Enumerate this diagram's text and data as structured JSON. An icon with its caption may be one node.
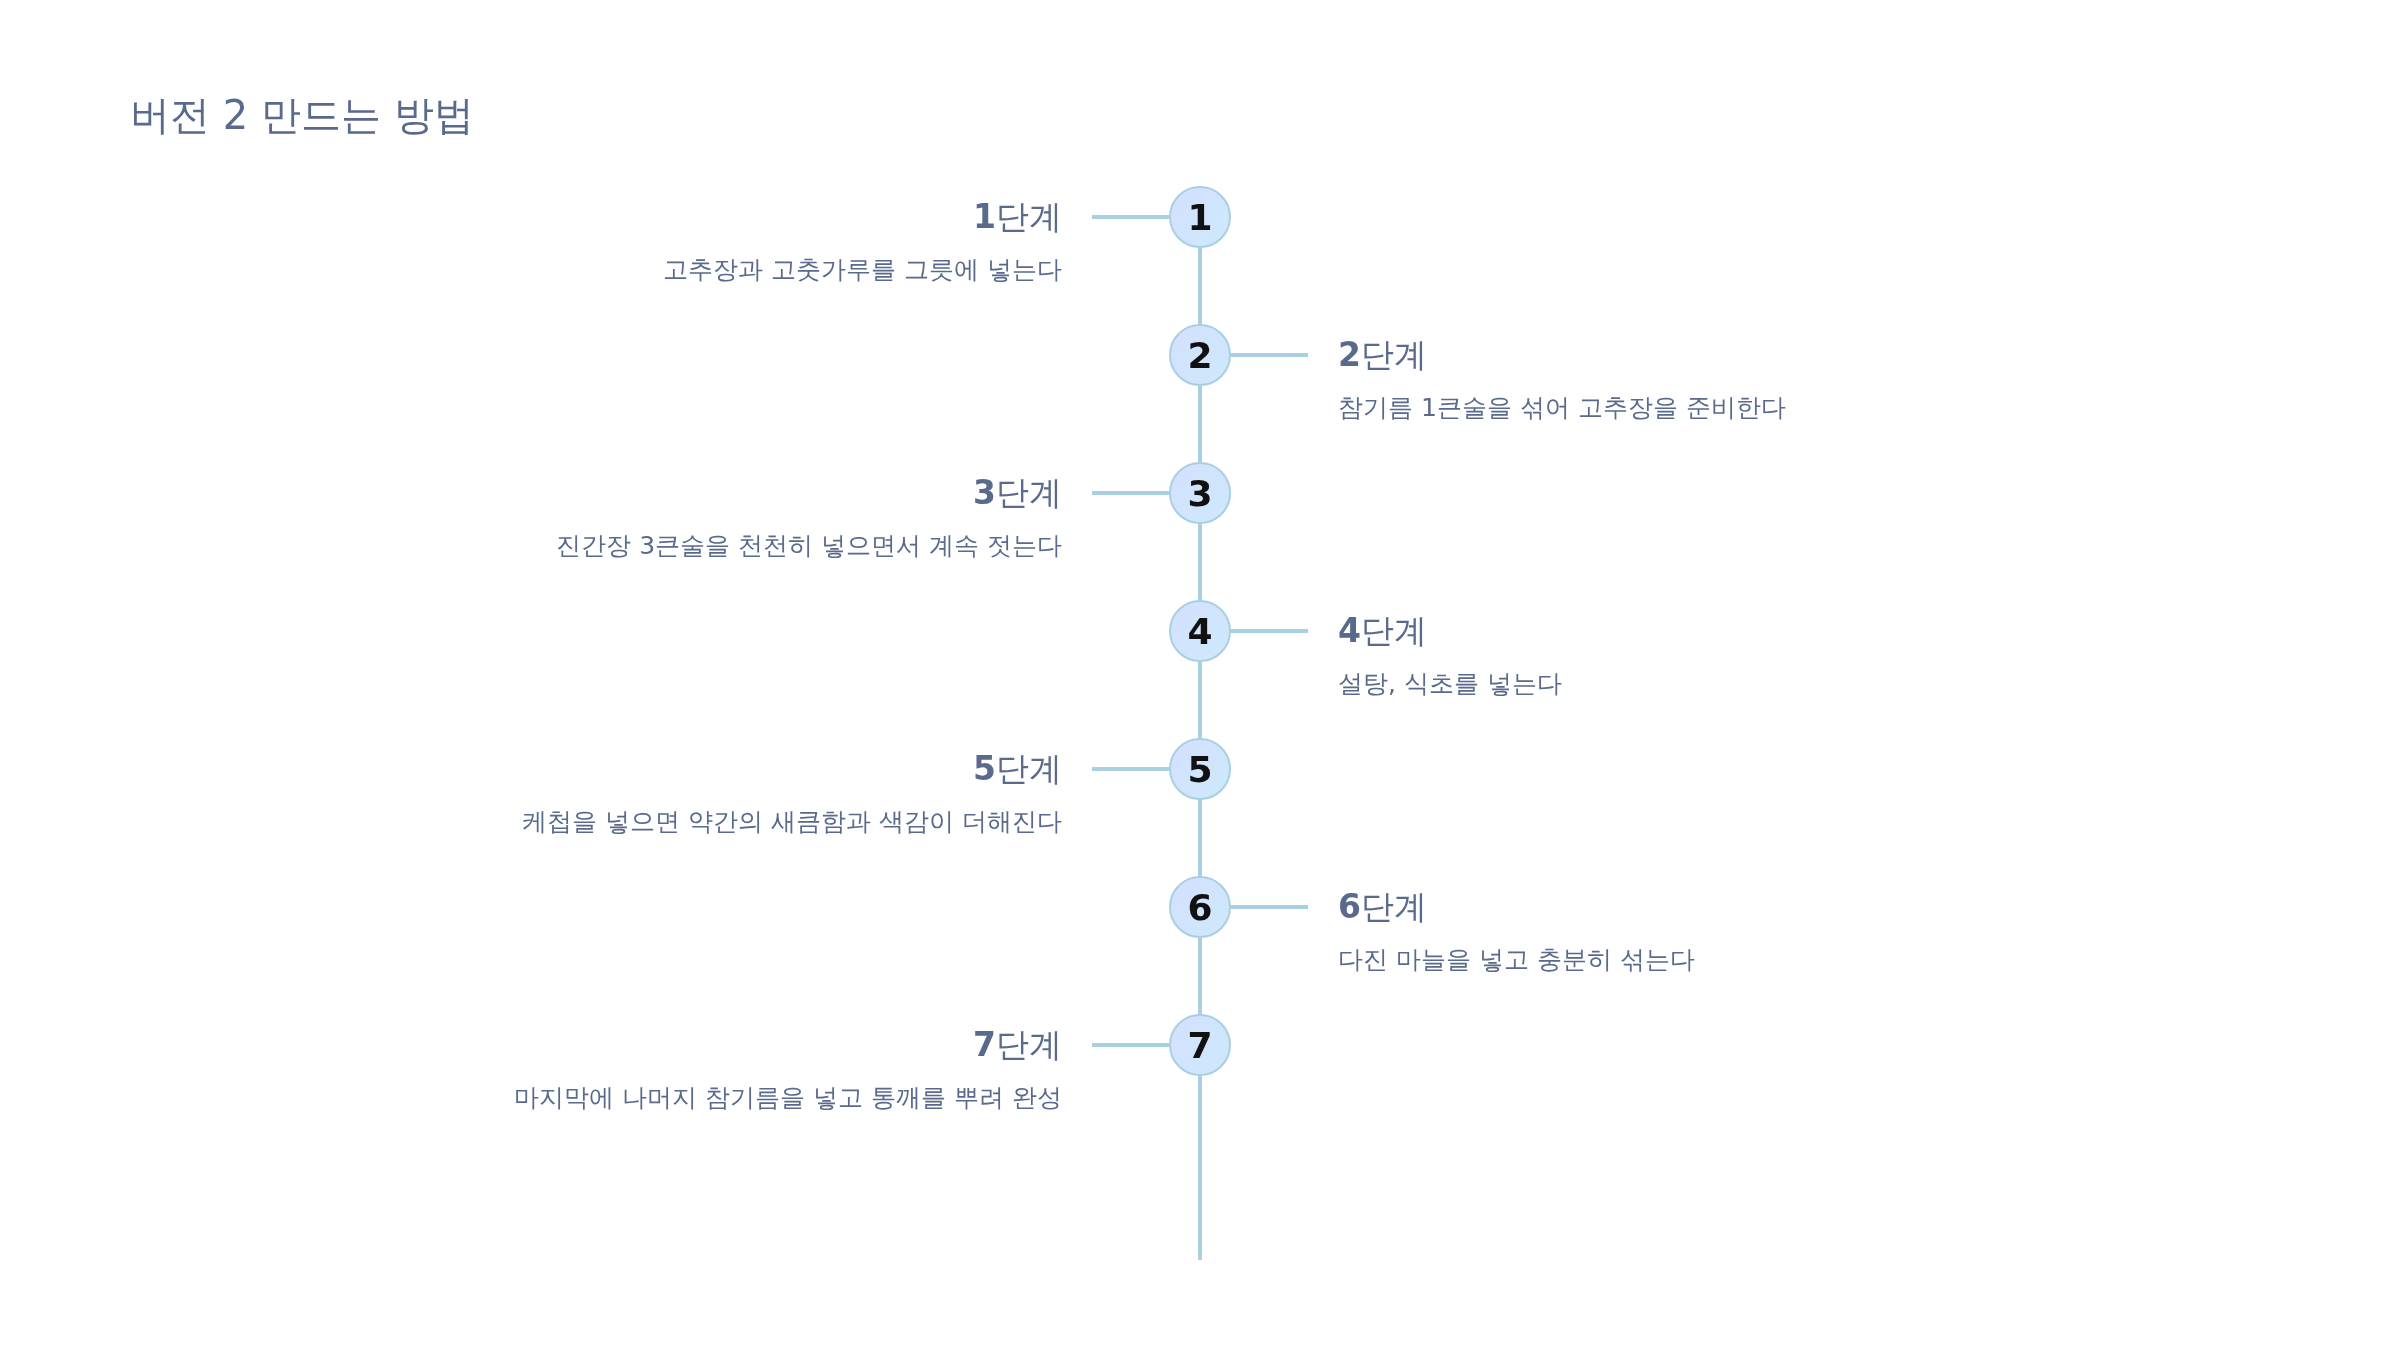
{
  "diagram": {
    "title": "버전 2 만드는 방법",
    "nodes": [
      {
        "text": [
          "1"
        ]
      },
      {
        "text": [
          "**1**단계",
          "고추장과 고춧가루를 그릇에 넣는다"
        ]
      },
      {
        "text": [
          "2"
        ]
      },
      {
        "text": [
          "**2**단계",
          "참기름 1큰술을 섞어 고추장을 준비한다"
        ]
      },
      {
        "text": [
          "3"
        ]
      },
      {
        "text": [
          "**3**단계",
          "진간장 3큰술을 천천히 넣으면서 계속 젓는다"
        ]
      },
      {
        "text": [
          "4"
        ]
      },
      {
        "text": [
          "**4**단계",
          "설탕, 식초를 넣는다"
        ]
      },
      {
        "text": [
          "5"
        ]
      },
      {
        "text": [
          "**5**단계",
          "케첩을 넣으면 약간의 새큼함과 색감이 더해진다"
        ]
      },
      {
        "text": [
          "6"
        ]
      },
      {
        "text": [
          "**6**단계",
          "다진 마늘을 넣고 충분히 섞는다"
        ]
      },
      {
        "text": [
          "7"
        ]
      },
      {
        "text": [
          "**7**단계",
          "마지막에 나머지 참기름을 넣고 통깨를 뿌려 완성"
        ]
      }
    ],
    "edges": [
      {
        "from": 0,
        "to": 1,
        "arrow": "none"
      },
      {
        "from": 0,
        "to": 2,
        "arrow": "none"
      },
      {
        "from": 2,
        "to": 3,
        "arrow": "none"
      },
      {
        "from": 2,
        "to": 4,
        "arrow": "none"
      },
      {
        "from": 4,
        "to": 5,
        "arrow": "none"
      },
      {
        "from": 4,
        "to": 6,
        "arrow": "none"
      },
      {
        "from": 6,
        "to": 7,
        "arrow": "none"
      },
      {
        "from": 6,
        "to": 8,
        "arrow": "none"
      },
      {
        "from": 8,
        "to": 9,
        "arrow": "none"
      },
      {
        "from": 8,
        "to": 10,
        "arrow": "none"
      },
      {
        "from": 10,
        "to": 11,
        "arrow": "none"
      },
      {
        "from": 10,
        "to": 12,
        "arrow": "none"
      },
      {
        "from": 12,
        "to": 13,
        "arrow": "none"
      },
      {
        "from": 12,
        "to": null,
        "arrow": "none"
      }
    ]
  }
}
